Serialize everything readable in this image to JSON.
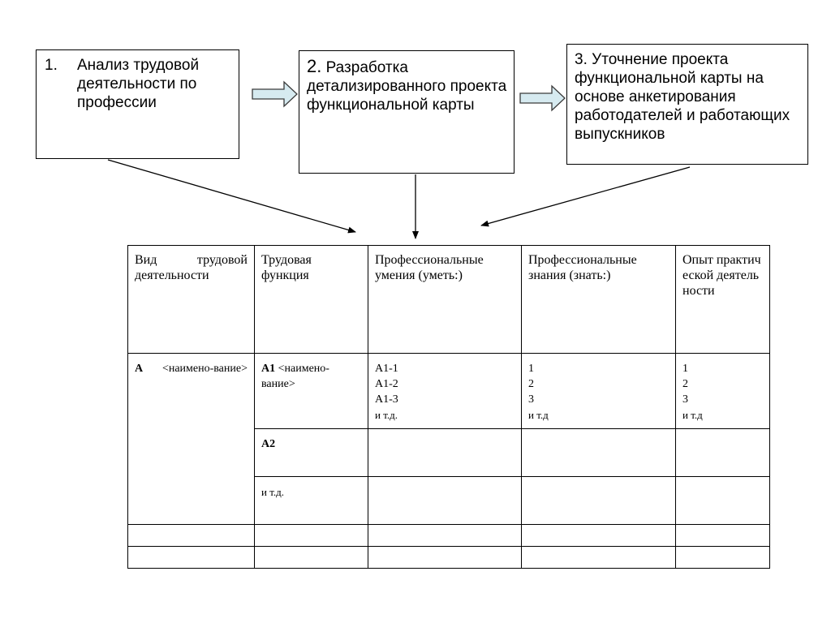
{
  "steps": [
    {
      "num": "1.",
      "text": "Анализ трудовой деятельности по профессии"
    },
    {
      "num": "2.",
      "text": "Разработка детализированного проекта функциональной карты"
    },
    {
      "num": "3.",
      "text": "Уточнение проекта функциональной карты на основе анкетирования работодателей и работающих выпускников"
    }
  ],
  "table": {
    "headers": [
      "Вид трудовой деятельности",
      "Трудовая функция",
      "Профессиональные умения (уметь:)",
      "Профессиональные знания (знать:)",
      "Опыт практической деятельности"
    ],
    "row1": {
      "activity_code": "А",
      "activity_name": "<наимено-вание>",
      "function_code": "А1",
      "function_name": "<наимено-вание>",
      "skills": [
        "А1-1",
        "А1-2",
        "А1-3",
        "и т.д."
      ],
      "knowledge": [
        "1",
        "2",
        "3",
        "и т.д"
      ],
      "experience": [
        "1",
        "2",
        "3",
        "и т.д"
      ]
    },
    "row2": {
      "function_code": "А2"
    },
    "row3": {
      "function_text": "и т.д."
    }
  },
  "colors": {
    "arrow_fill": "#d6eaf0",
    "border": "#000000"
  }
}
